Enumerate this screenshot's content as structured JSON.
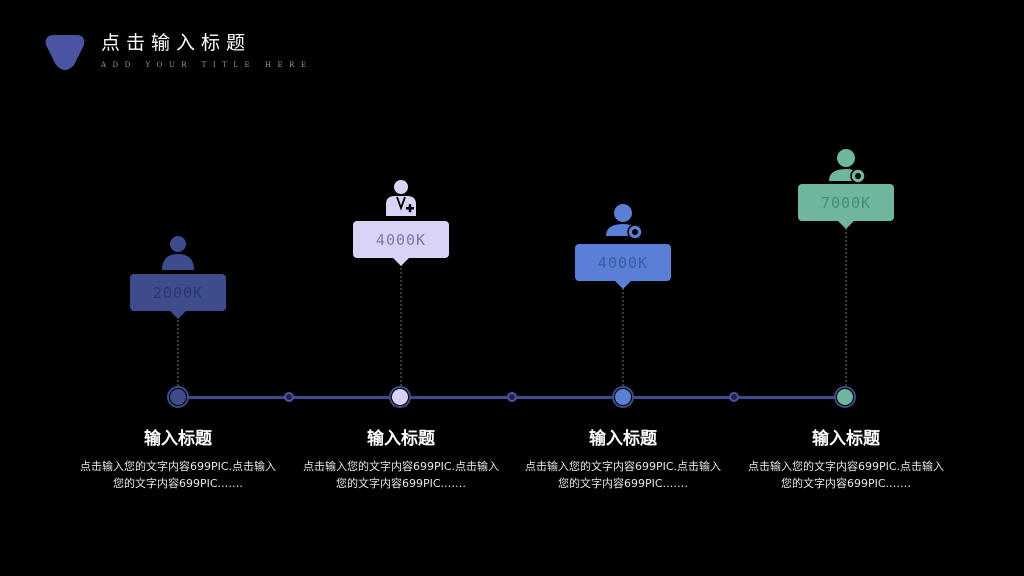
{
  "header": {
    "title": "点击输入标题",
    "subtitle": "ADD YOUR TITLE HERE"
  },
  "colors": {
    "accent_1": "#3e4b8c",
    "accent_2": "#d8d4f5",
    "accent_3": "#5b7fd4",
    "accent_4": "#6fb5a0",
    "timeline": "#3e4b8c"
  },
  "steps": [
    {
      "value": "2000K",
      "title": "输入标题",
      "desc": "点击输入您的文字内容699PIC.点击输入您的文字内容699PIC.……",
      "icon": "user-icon"
    },
    {
      "value": "4000K",
      "title": "输入标题",
      "desc": "点击输入您的文字内容699PIC.点击输入您的文字内容699PIC.……",
      "icon": "doctor-icon"
    },
    {
      "value": "4000K",
      "title": "输入标题",
      "desc": "点击输入您的文字内容699PIC.点击输入您的文字内容699PIC.……",
      "icon": "user-star-icon"
    },
    {
      "value": "7000K",
      "title": "输入标题",
      "desc": "点击输入您的文字内容699PIC.点击输入您的文字内容699PIC.……",
      "icon": "user-star-icon"
    }
  ]
}
